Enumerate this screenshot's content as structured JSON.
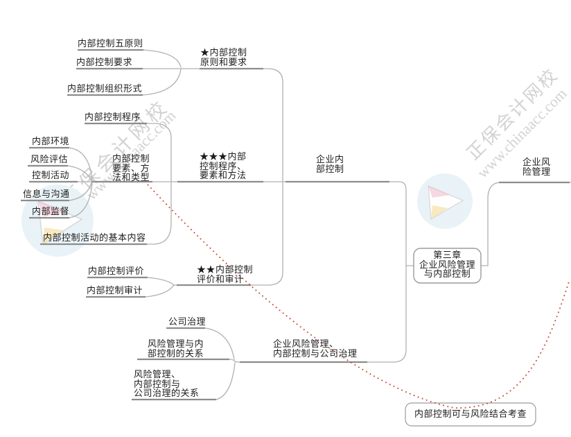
{
  "mindmap": {
    "root": "第三章\n企业风险管理\n与内部控制",
    "note": "内部控制可与风险结合考查",
    "internal_control": {
      "label": "企业内\n部控制",
      "principles": {
        "label": "★内部控制\n原则和要求",
        "items": [
          "内部控制五原则",
          "内部控制要求",
          "内部控制组织形式"
        ]
      },
      "procedures": {
        "label": "★★★内部\n控制程序、\n要素和方法",
        "procedure": "内部控制程序",
        "elements": {
          "label": "内部控制\n要素、方\n法和类型",
          "items": [
            "内部环境",
            "风险评估",
            "控制活动",
            "信息与沟通",
            "内部监督"
          ]
        },
        "basic_content": "内部控制活动的基本内容"
      },
      "evaluation": {
        "label": "★★内部控制\n评价和审计",
        "items": [
          "内部控制评价",
          "内部控制审计"
        ]
      }
    },
    "governance": {
      "label": "企业风险管理、\n内部控制与公司治理",
      "items": [
        "公司治理",
        "风险管理与内\n部控制的关系",
        "风险管理、\n内部控制与\n公司治理的关系"
      ]
    },
    "risk_management": {
      "label": "企业风\n险管理"
    }
  },
  "watermark": {
    "brand": "正保会计网校",
    "url": "www.chinaacc.com"
  },
  "colors": {
    "line_thin": "#b0b0b0",
    "line_thick": "#8c8c8c",
    "box_border": "#9b9b9b",
    "relationship_dotted": "#c14a33",
    "watermark_circle": "#e9f3f7"
  }
}
